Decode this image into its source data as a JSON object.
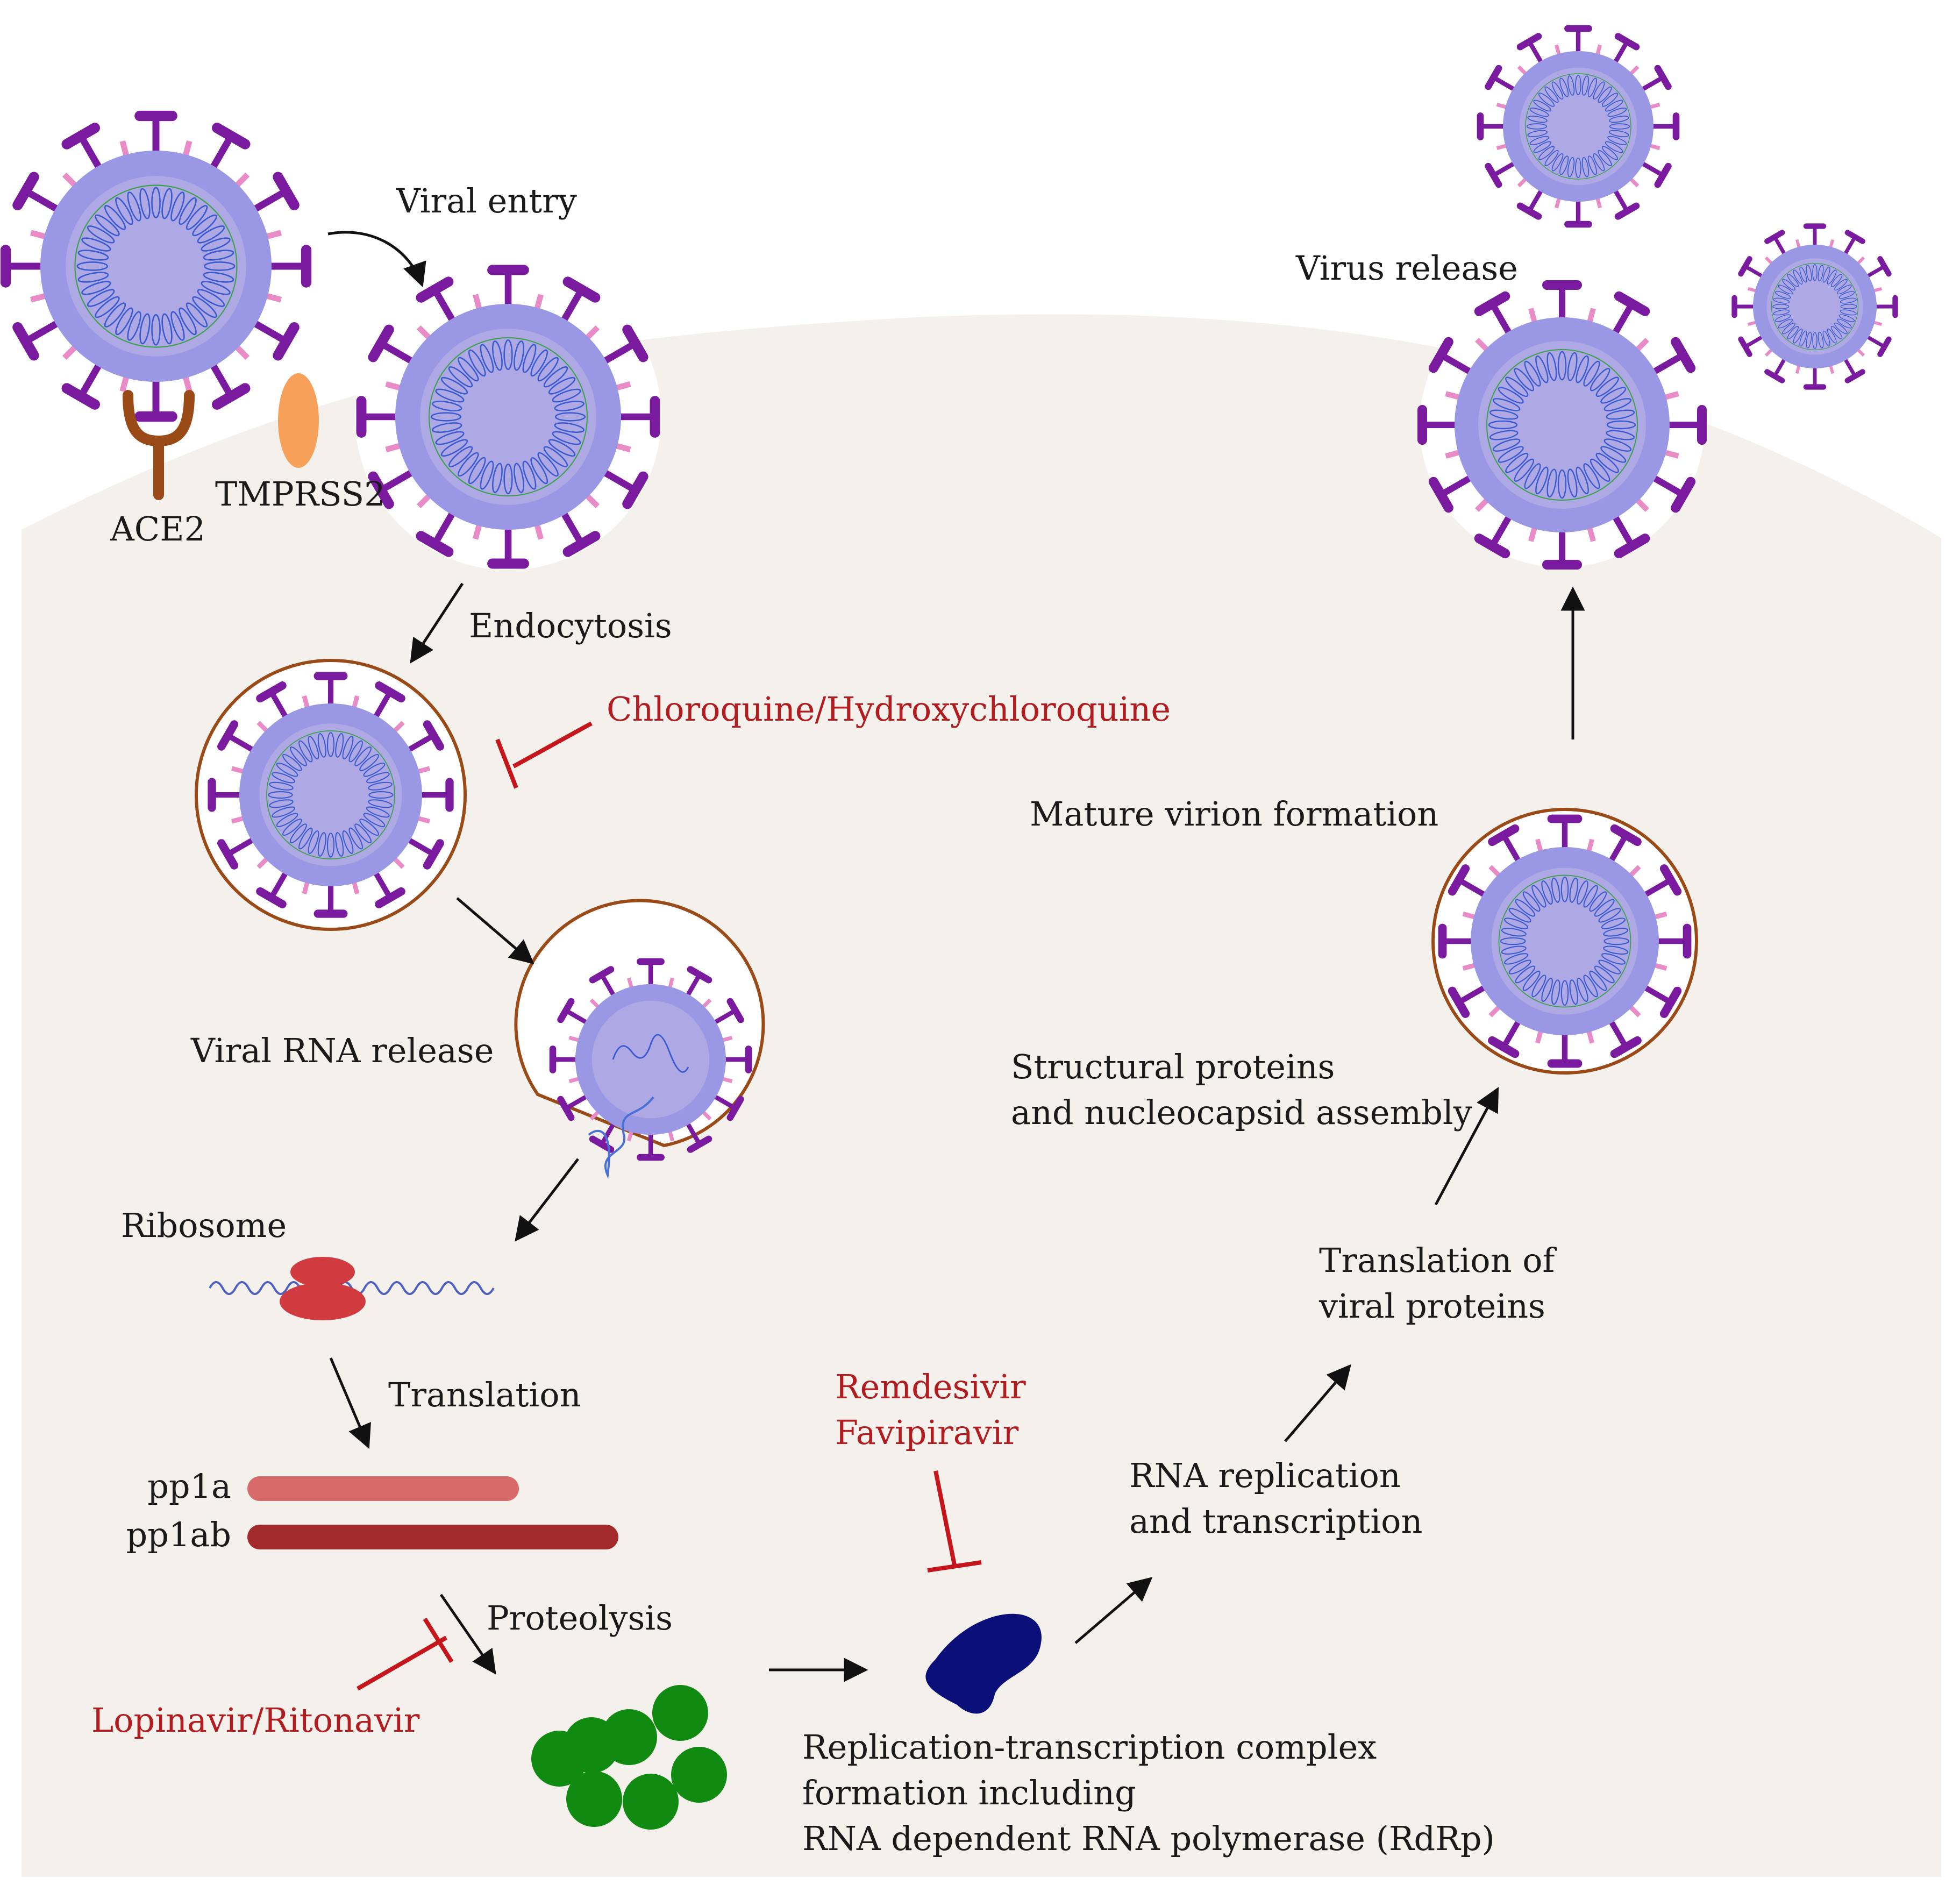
{
  "labels": {
    "viral_entry": "Viral entry",
    "ace2": "ACE2",
    "tmprss2": "TMPRSS2",
    "endocytosis": "Endocytosis",
    "viral_rna_release": "Viral RNA release",
    "ribosome": "Ribosome",
    "translation": "Translation",
    "pp1a": "pp1a",
    "pp1ab": "pp1ab",
    "proteolysis": "Proteolysis",
    "rtc_line1": "Replication-transcription complex",
    "rtc_line2": "formation including",
    "rtc_line3": "RNA dependent RNA polymerase (RdRp)",
    "rna_rep_line1": "RNA replication",
    "rna_rep_line2": "and transcription",
    "translation_viral_line1": "Translation of",
    "translation_viral_line2": "viral proteins",
    "structural_line1": "Structural proteins",
    "structural_line2": "and nucleocapsid assembly",
    "mature_virion": "Mature virion formation",
    "virus_release": "Virus release"
  },
  "drugs": {
    "chloroquine": "Chloroquine/Hydroxychloroquine",
    "remdesivir": "Remdesivir",
    "favipiravir": "Favipiravir",
    "lopinavir": "Lopinavir/Ritonavir"
  },
  "colors": {
    "cell": "#f4f1ec",
    "virus_envelope": "#9a97e4",
    "virus_core": "#aea8e4",
    "spike": "#7a1a9e",
    "endosome": "#9a4a16",
    "ace2": "#9a4a16",
    "tmprss2": "#f7a05a",
    "ribosome": "#d13a3f",
    "pp1a": "#d96a6a",
    "pp1ab": "#a32a2a",
    "nsp": "#118a11",
    "rdrp": "#0a0f7a",
    "inhibitor": "#c4161c",
    "arrow": "#111111"
  }
}
